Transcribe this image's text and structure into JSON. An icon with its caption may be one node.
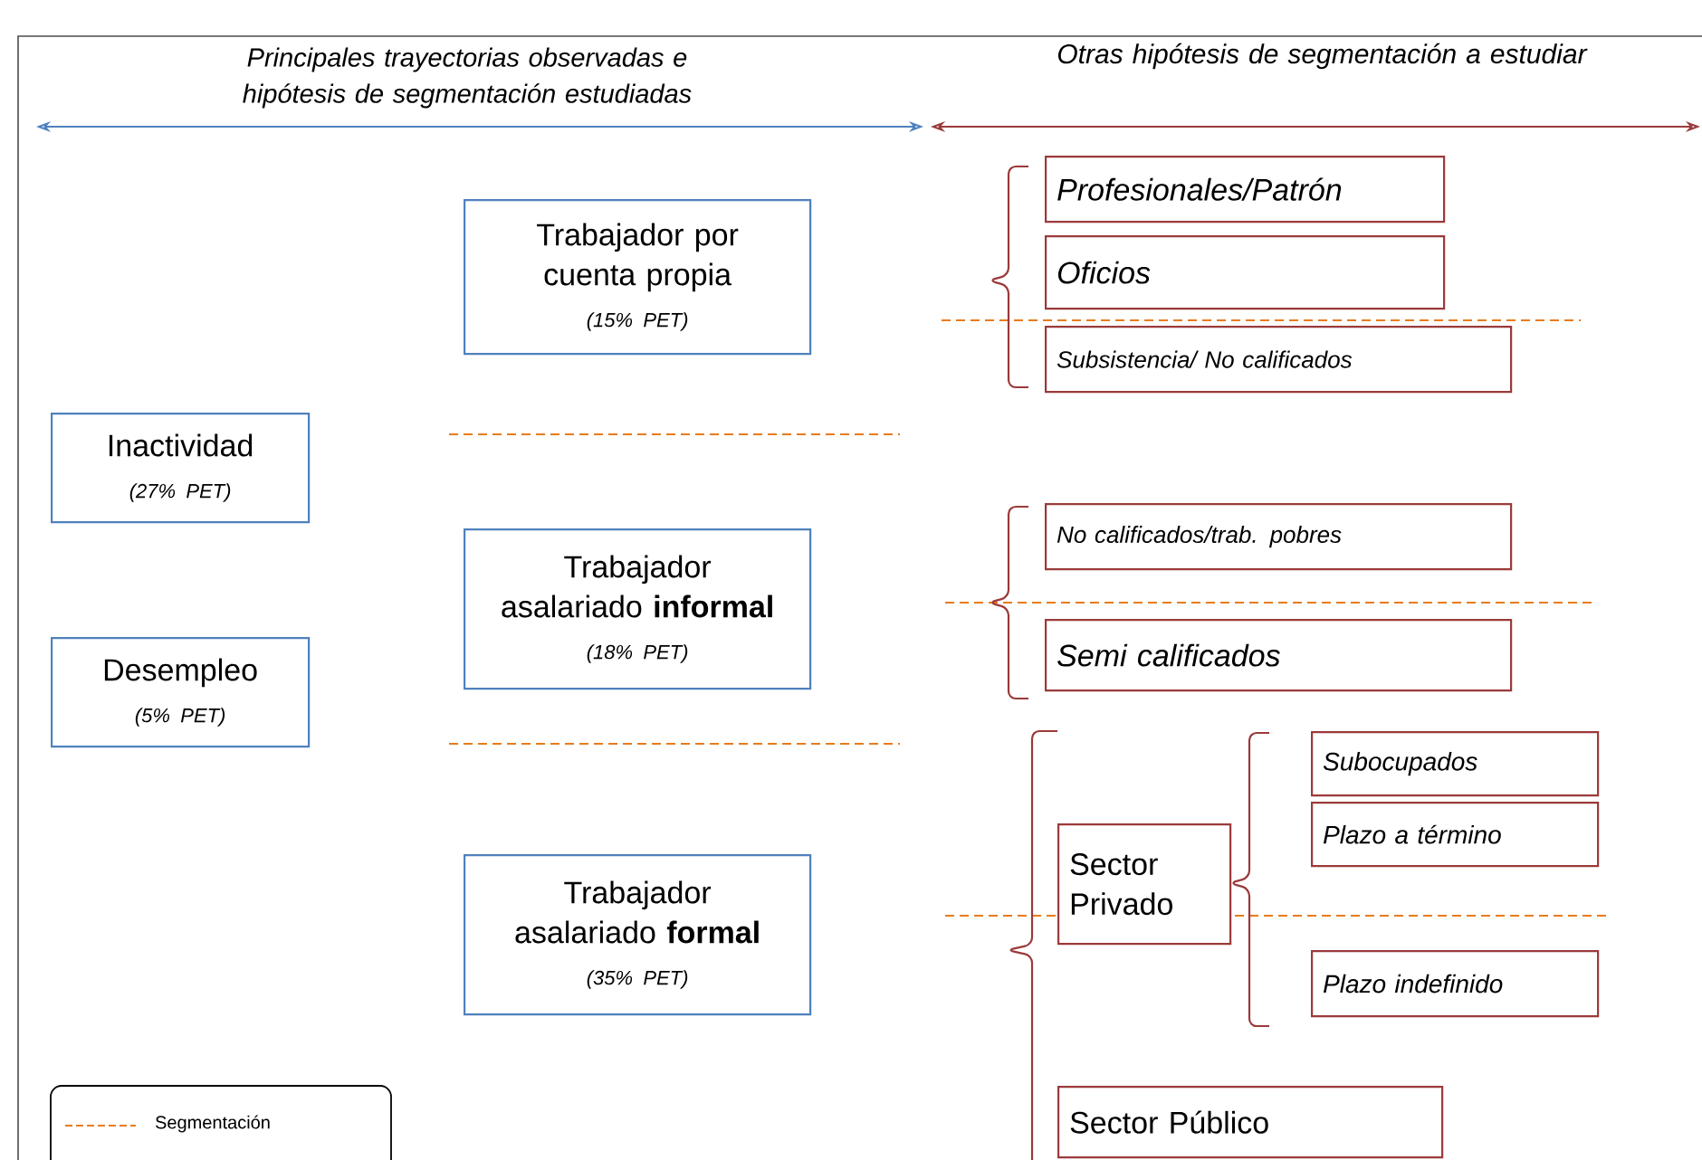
{
  "diagram": {
    "nodes": [
      {
        "text": [
          "Trabajador por cuenta propia",
          "(15% PET)"
        ]
      },
      {
        "text": [
          "Inactividad",
          "(27% PET)"
        ]
      },
      {
        "text": [
          "Trabajador asalariado **informal**",
          "(18% PET)"
        ]
      },
      {
        "text": [
          "Desempleo",
          "(5% PET)"
        ]
      },
      {
        "text": [
          "Trabajador asalariado **formal**",
          "(35% PET)"
        ]
      },
      {
        "text": [
          "Profesionales/Patrón"
        ]
      },
      {
        "text": [
          "Oficios"
        ]
      },
      {
        "text": [
          "Subsistencia/ No calificados"
        ]
      },
      {
        "text": [
          "No calificados/trab. pobres"
        ]
      },
      {
        "text": [
          "Semi calificados"
        ]
      },
      {
        "text": [
          "Sector Privado"
        ]
      },
      {
        "text": [
          "Subocupados"
        ]
      },
      {
        "text": [
          "Plazo a término"
        ]
      },
      {
        "text": [
          "Plazo indefinido"
        ]
      },
      {
        "text": [
          "Sector Público"
        ]
      }
    ],
    "labels": [
      "Principales trayectorias observadas e hipótesis de segmentación estudiadas",
      "Otras hipótesis de segmentación a estudiar"
    ],
    "legend": [
      {
        "text": "Segmentación"
      }
    ]
  }
}
